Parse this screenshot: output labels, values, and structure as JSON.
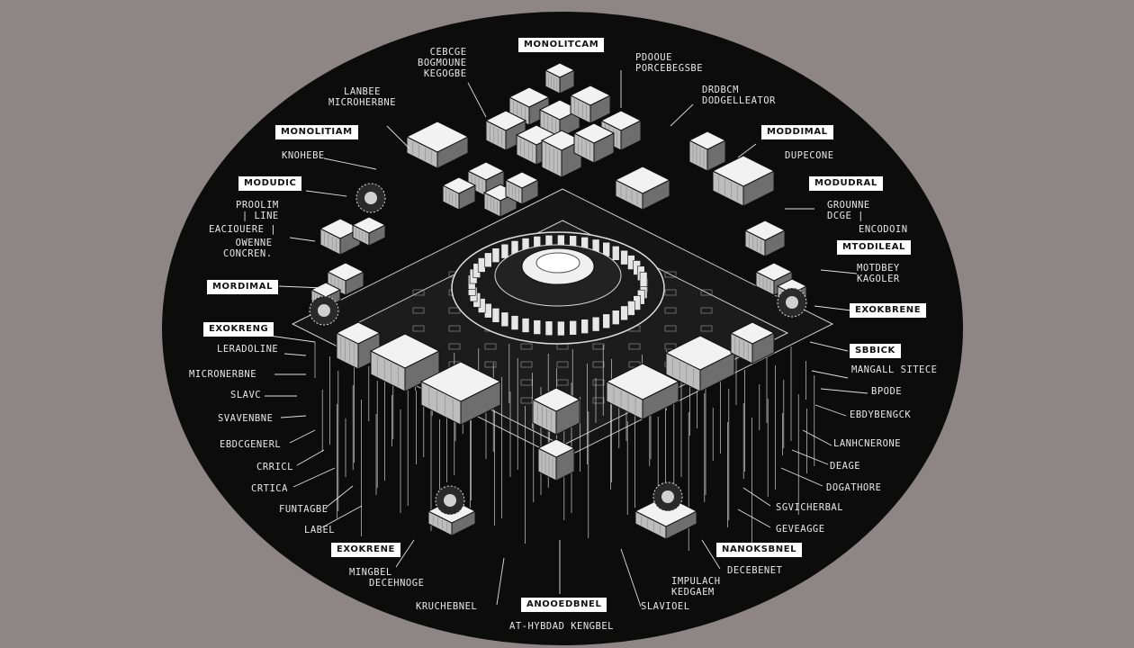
{
  "colors": {
    "background": "#8e8686",
    "disc": "#0b0c0b",
    "ink": "#e8e8e8"
  },
  "boxed_labels": [
    {
      "text": "MONOLITCAM"
    },
    {
      "text": "MONOLITIAM"
    },
    {
      "text": "MODUDIC"
    },
    {
      "text": "MORDIMAL"
    },
    {
      "text": "EXOKRENG"
    },
    {
      "text": "EXOKRENE"
    },
    {
      "text": "MODDIMAL"
    },
    {
      "text": "MODUDRAL"
    },
    {
      "text": "MTODILEAL"
    },
    {
      "text": "EXOKBRENE"
    },
    {
      "text": "SBBICK"
    },
    {
      "text": "NANOKSBNEL"
    },
    {
      "text": "ANOOEDBNEL"
    }
  ],
  "plain_labels": [
    {
      "text": "CEBCGE\nBOGMOUNE\nKEGOGBE"
    },
    {
      "text": "PDOOUE\nPORCEBEGSBE"
    },
    {
      "text": "LANBEE\nMICROHERBNE"
    },
    {
      "text": "DRDBCM\nDODGELLEATOR"
    },
    {
      "text": "KNOHEBE"
    },
    {
      "text": "DUPECONE"
    },
    {
      "text": "PROOLIM\n| LINE"
    },
    {
      "text": "GROUNNE\nDCGE |"
    },
    {
      "text": "EACIOUERE |"
    },
    {
      "text": "ENCODOIN"
    },
    {
      "text": "OWENNE\nCONCREN."
    },
    {
      "text": "MOTDBEY\nKAGOLER"
    },
    {
      "text": "LERADOLINE"
    },
    {
      "text": "MICRONERBNE"
    },
    {
      "text": "MANGALL SITECE"
    },
    {
      "text": "SLAVC"
    },
    {
      "text": "BPODE"
    },
    {
      "text": "SVAVENBNE"
    },
    {
      "text": "EBDYBENGCK"
    },
    {
      "text": "EBDCGENERL"
    },
    {
      "text": "LANHCNERONE"
    },
    {
      "text": "CRRICL"
    },
    {
      "text": "DEAGE"
    },
    {
      "text": "CRTICA"
    },
    {
      "text": "DOGATHORE"
    },
    {
      "text": "FUNTAGBE"
    },
    {
      "text": "SGVICHERBAL"
    },
    {
      "text": "LABEL"
    },
    {
      "text": "GEVEAGGE"
    },
    {
      "text": "MINGBEL"
    },
    {
      "text": "DECEBENET"
    },
    {
      "text": "DECEHNOGE"
    },
    {
      "text": "IMPULACH\nKEDGAEM"
    },
    {
      "text": "KRUCHEBNEL"
    },
    {
      "text": "SLAVIOEL"
    },
    {
      "text": "AT-HYBDAD KENGBEL"
    }
  ]
}
